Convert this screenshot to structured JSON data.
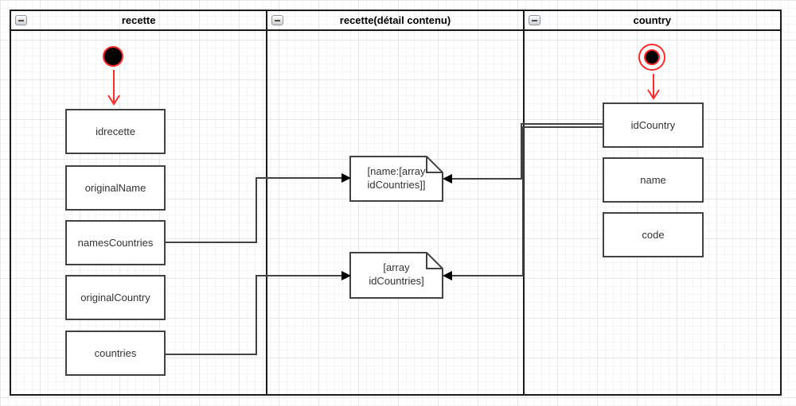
{
  "diagram": {
    "lanes": [
      {
        "title": "recette",
        "nodes": [
          "idrecette",
          "originalName",
          "namesCountries",
          "originalCountry",
          "countries"
        ]
      },
      {
        "title": "recette(détail contenu)",
        "notes": {
          "note1": {
            "line1": "[name:[array",
            "line2": "idCountries]]"
          },
          "note2": {
            "line1": "[array",
            "line2": "idCountries]"
          }
        }
      },
      {
        "title": "country",
        "nodes": [
          "idCountry",
          "name",
          "code"
        ]
      }
    ],
    "colors": {
      "red": "#ff2a2a",
      "shape_border": "#424242",
      "pool_border": "#1a1a1a"
    }
  }
}
